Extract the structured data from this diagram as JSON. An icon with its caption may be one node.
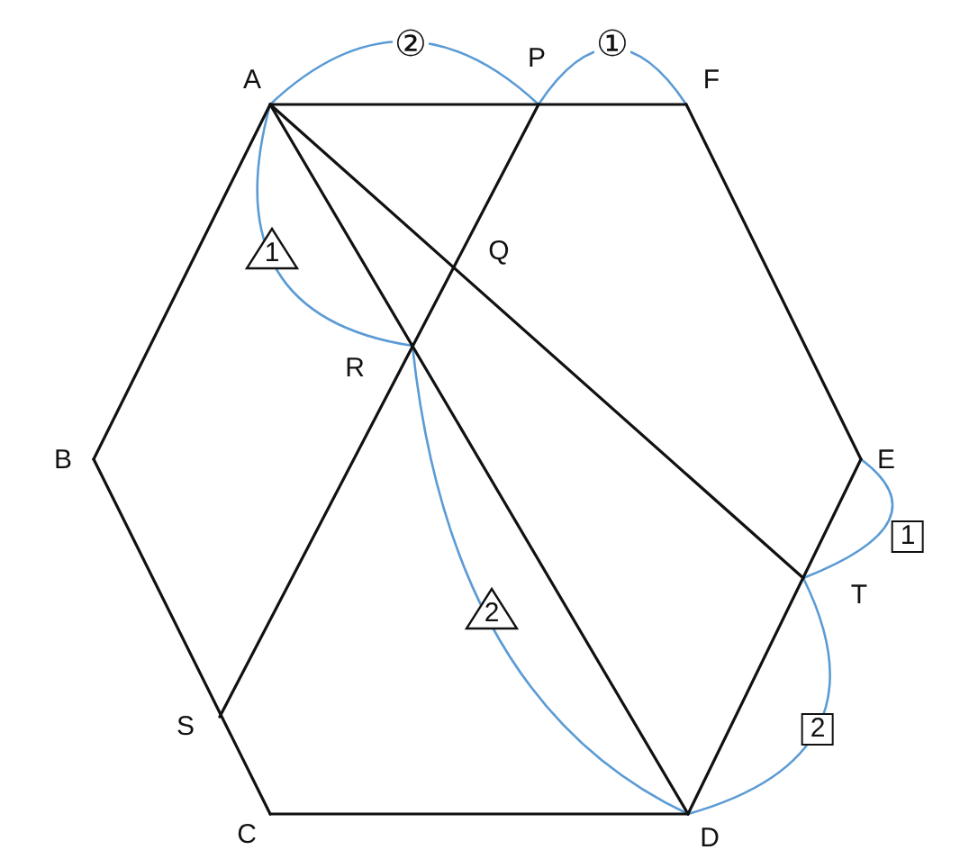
{
  "diagram": {
    "nodes": [
      {
        "text": [
          "A"
        ]
      },
      {
        "text": [
          "P"
        ]
      },
      {
        "text": [
          "F"
        ]
      },
      {
        "text": [
          "Q"
        ]
      },
      {
        "text": [
          "R"
        ]
      },
      {
        "text": [
          "B"
        ]
      },
      {
        "text": [
          "E"
        ]
      },
      {
        "text": [
          "T"
        ]
      },
      {
        "text": [
          "S"
        ]
      },
      {
        "text": [
          "C"
        ]
      },
      {
        "text": [
          "D"
        ]
      }
    ],
    "edges": [
      {
        "from": 0,
        "to": 2,
        "arrow": "none"
      },
      {
        "from": 2,
        "to": 6,
        "arrow": "none"
      },
      {
        "from": 6,
        "to": 10,
        "arrow": "none"
      },
      {
        "from": 10,
        "to": 9,
        "arrow": "none"
      },
      {
        "from": 9,
        "to": 5,
        "arrow": "none"
      },
      {
        "from": 5,
        "to": 0,
        "arrow": "none"
      },
      {
        "from": 0,
        "to": 10,
        "arrow": "none"
      },
      {
        "from": 0,
        "to": 7,
        "arrow": "none"
      },
      {
        "from": 1,
        "to": 8,
        "arrow": "none"
      }
    ],
    "labels": [
      "②",
      "①",
      "1",
      "2",
      "1",
      "2"
    ]
  }
}
